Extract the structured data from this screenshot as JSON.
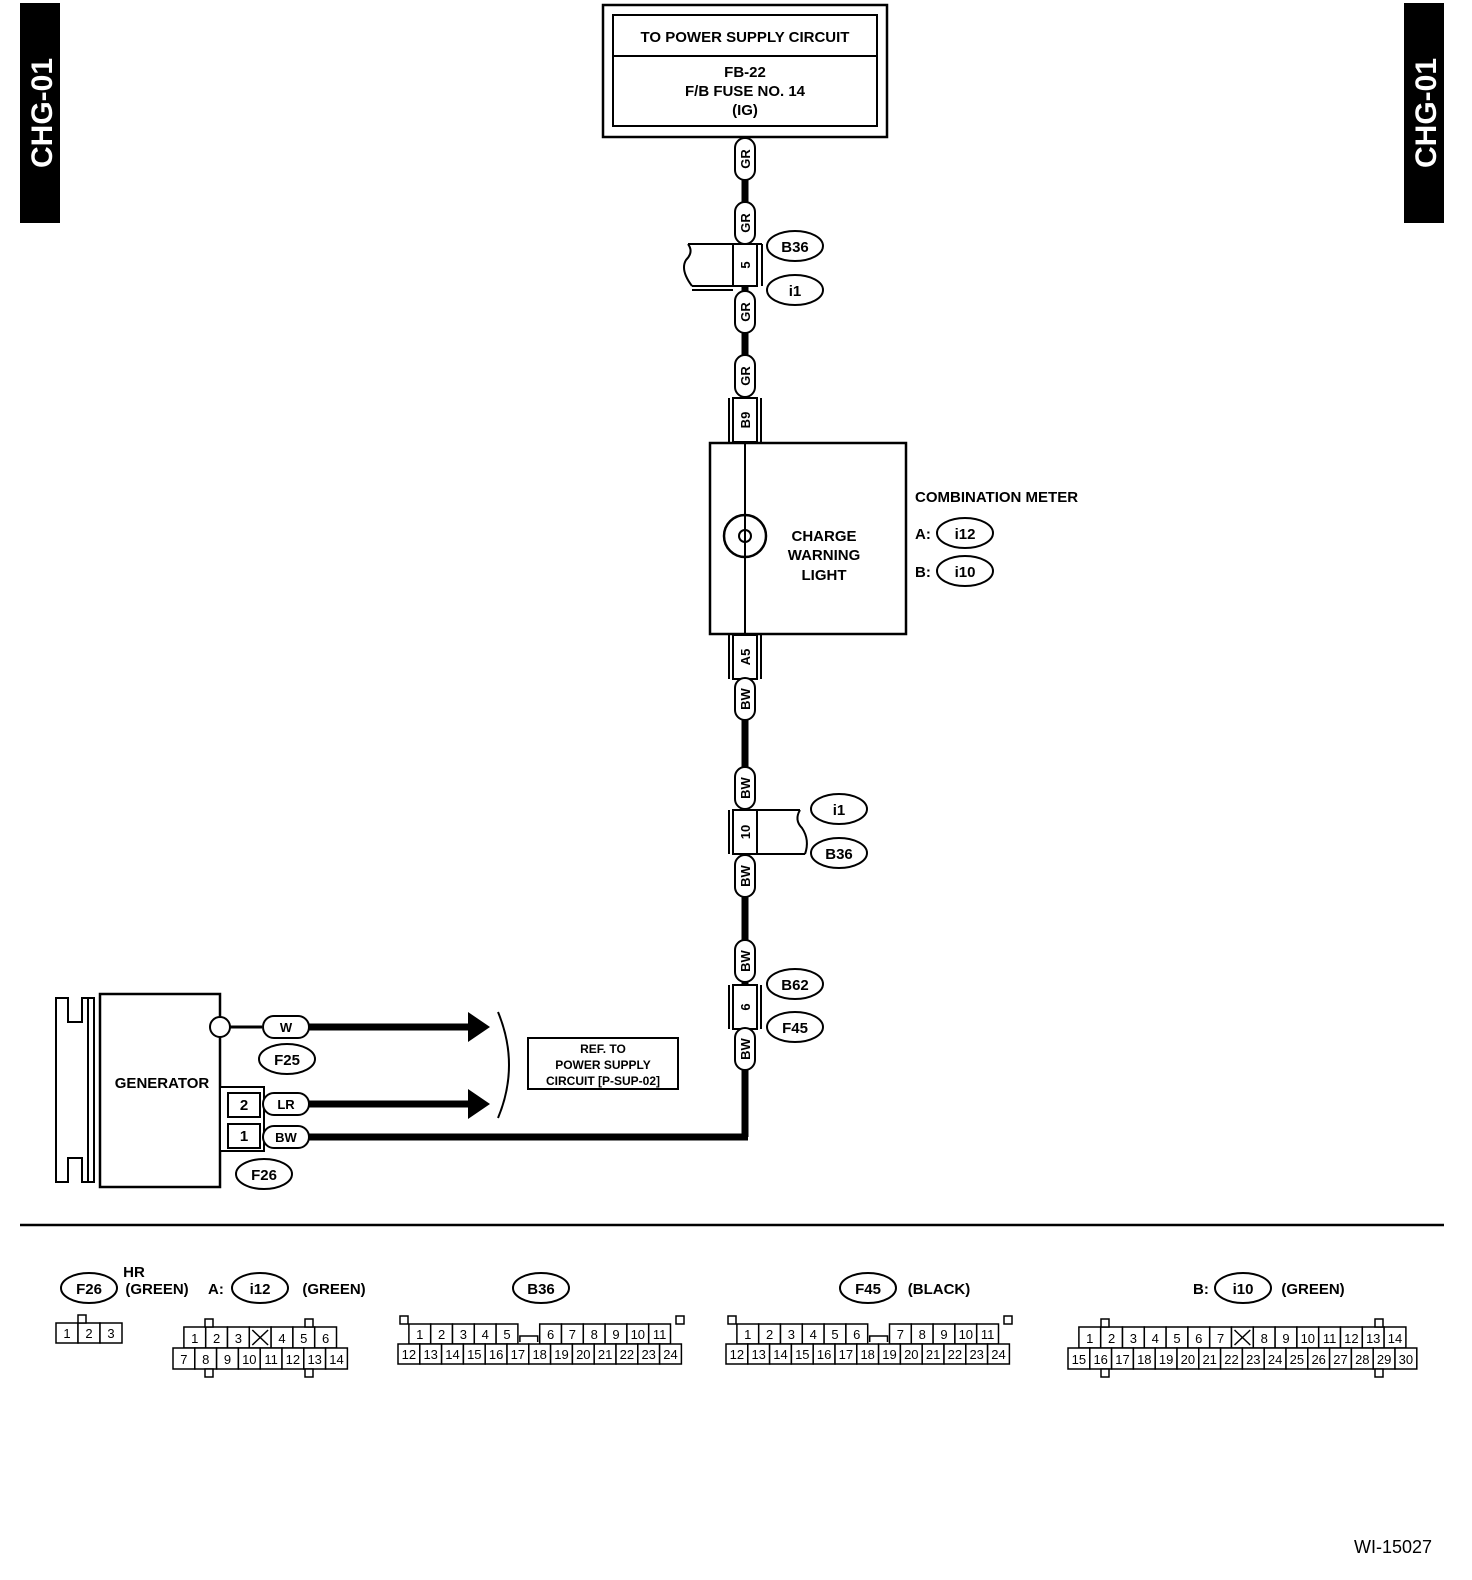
{
  "side_tabs": {
    "left": "CHG-01",
    "right": "CHG-01"
  },
  "power_box": {
    "title": "TO POWER SUPPLY CIRCUIT",
    "line1": "FB-22",
    "line2": "F/B FUSE NO. 14",
    "line3": "(IG)"
  },
  "wires": {
    "gr": "GR",
    "bw": "BW",
    "w": "W",
    "lr": "LR",
    "top_terminal_5": "5",
    "bottom_terminal_10": "10",
    "terminal_6": "6",
    "meter_in": "B9",
    "meter_out": "A5",
    "gen_pin_2": "2",
    "gen_pin_1": "1"
  },
  "connectors": {
    "b36": "B36",
    "i1": "i1",
    "i12": "i12",
    "i10": "i10",
    "b62": "B62",
    "f45": "F45",
    "f25": "F25",
    "f26": "F26"
  },
  "meter": {
    "title": "COMBINATION METER",
    "prefix_a": "A:",
    "prefix_b": "B:",
    "light_line1": "CHARGE",
    "light_line2": "WARNING",
    "light_line3": "LIGHT"
  },
  "generator": {
    "label": "GENERATOR"
  },
  "ref_box": {
    "line1": "REF. TO",
    "line2": "POWER SUPPLY",
    "line3": "CIRCUIT  [P-SUP-02]"
  },
  "connector_legend": {
    "f26": {
      "id": "F26",
      "hr": "HR",
      "color": "(GREEN)",
      "rows": [
        [
          "1",
          "2",
          "3"
        ]
      ]
    },
    "i12": {
      "prefix": "A:",
      "id": "i12",
      "color": "(GREEN)",
      "rows": [
        [
          "1",
          "2",
          "3",
          "X",
          "4",
          "5",
          "6"
        ],
        [
          "7",
          "8",
          "9",
          "10",
          "11",
          "12",
          "13",
          "14"
        ]
      ]
    },
    "b36": {
      "id": "B36",
      "rows": [
        [
          "1",
          "2",
          "3",
          "4",
          "5",
          "",
          "6",
          "7",
          "8",
          "9",
          "10",
          "11"
        ],
        [
          "12",
          "13",
          "14",
          "15",
          "16",
          "17",
          "18",
          "19",
          "20",
          "21",
          "22",
          "23",
          "24"
        ]
      ]
    },
    "f45": {
      "id": "F45",
      "color": "(BLACK)",
      "rows": [
        [
          "1",
          "2",
          "3",
          "4",
          "5",
          "6",
          "",
          "7",
          "8",
          "9",
          "10",
          "11"
        ],
        [
          "12",
          "13",
          "14",
          "15",
          "16",
          "17",
          "18",
          "19",
          "20",
          "21",
          "22",
          "23",
          "24"
        ]
      ]
    },
    "i10": {
      "prefix": "B:",
      "id": "i10",
      "color": "(GREEN)",
      "rows": [
        [
          "1",
          "2",
          "3",
          "4",
          "5",
          "6",
          "7",
          "X",
          "8",
          "9",
          "10",
          "11",
          "12",
          "13",
          "14"
        ],
        [
          "15",
          "16",
          "17",
          "18",
          "19",
          "20",
          "21",
          "22",
          "23",
          "24",
          "25",
          "26",
          "27",
          "28",
          "29",
          "30"
        ]
      ]
    }
  },
  "figure_id": "WI-15027"
}
